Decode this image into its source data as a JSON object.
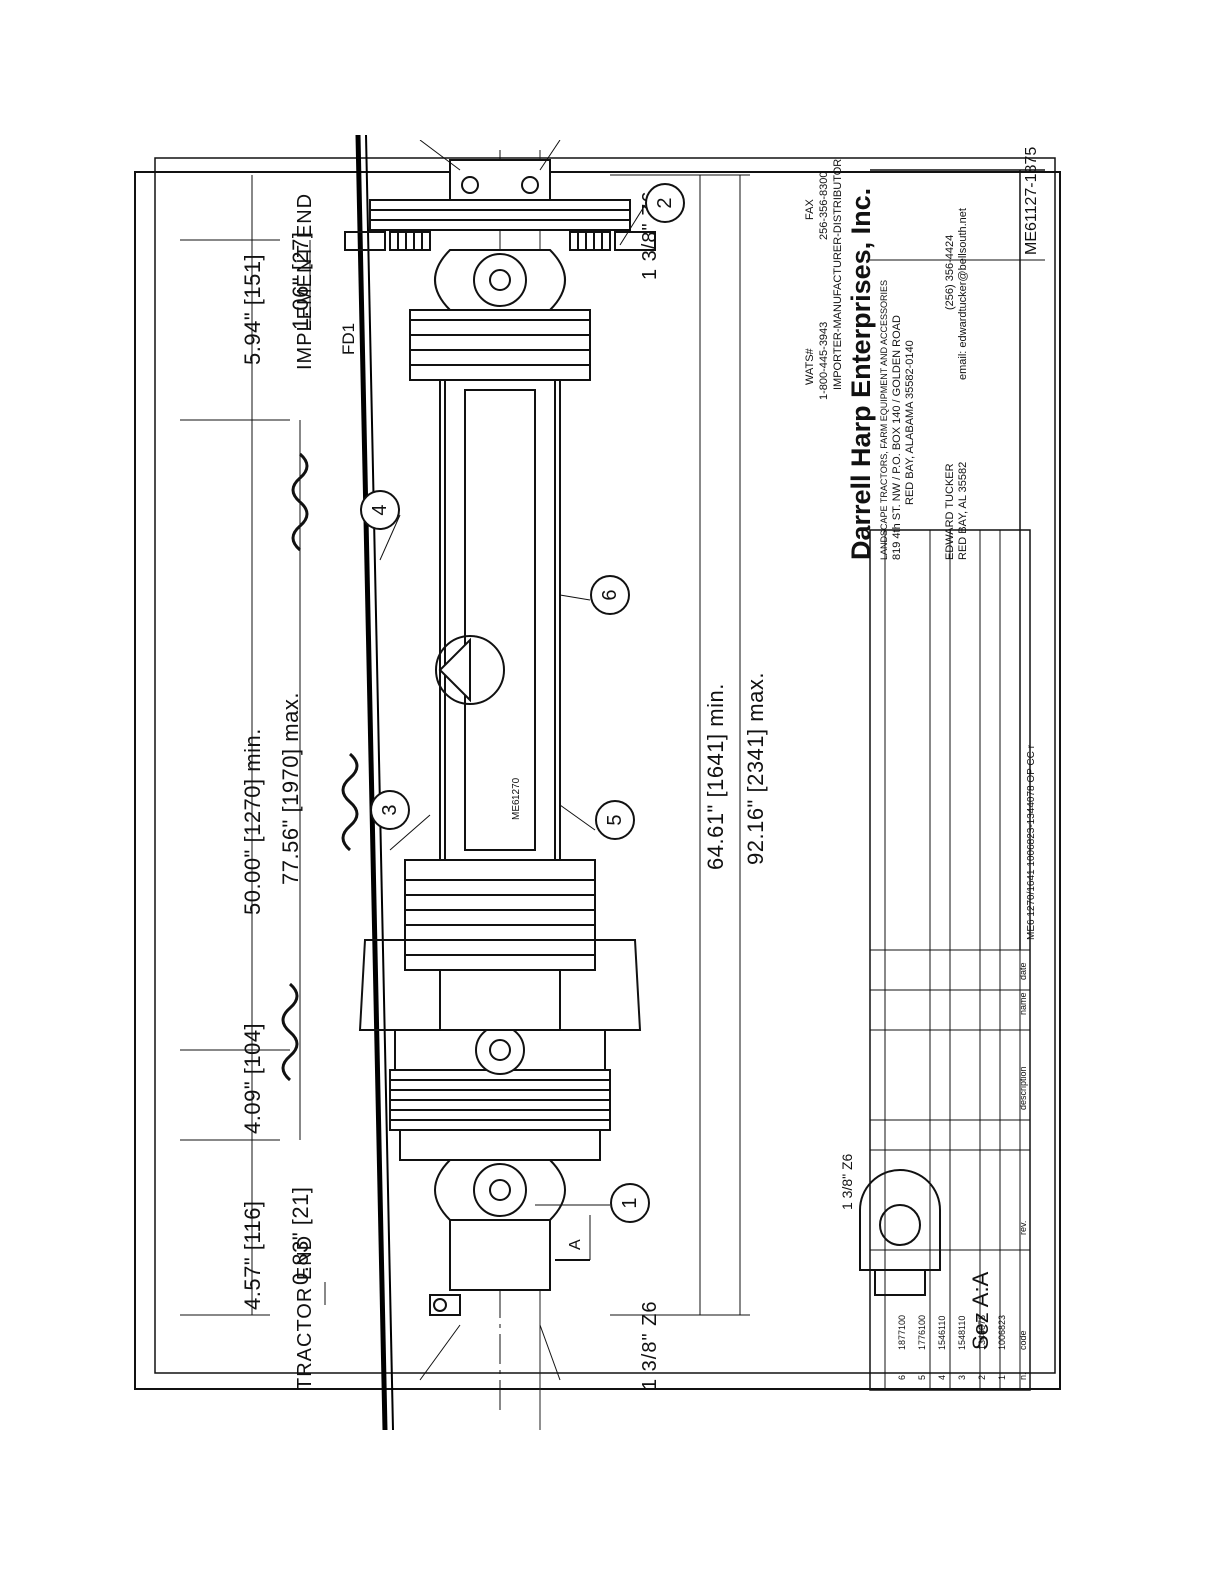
{
  "dimensions": {
    "d1": "4.57\" [116]",
    "d2": "4.09\" [104]",
    "d3": "50.00\" [1270] min.",
    "d4": "77.56\" [1970] max.",
    "d5": "5.94\" [151]",
    "d6": "0.83\" [21]",
    "d7": "1.06\" [27]",
    "d8": "64.61\" [1641] min.",
    "d9": "92.16\" [2341] max."
  },
  "ends": {
    "tractor": "TRACTOR END",
    "implement": "IMPLEMENT END",
    "spline_left": "1 3/8\" Z6",
    "spline_right": "1 3/8\" Z6"
  },
  "markers": {
    "fd1": "FD1",
    "section_a": "A",
    "section_title": "Sez A:A",
    "section_spline": "1 3/8\" Z6",
    "tube_label_1": "ME6",
    "tube_label_2": "1270"
  },
  "balloons": [
    "1",
    "2",
    "3",
    "4",
    "5",
    "6"
  ],
  "company": {
    "wats_label": "WATS#",
    "wats": "1-800-445-3943",
    "fax_label": "FAX",
    "fax": "256-356-8300",
    "role": "IMPORTER-MANUFACTURER-DISTRIBUTOR",
    "name": "Darrell Harp Enterprises, Inc.",
    "tagline": "LANDSCAPE TRACTORS, FARM EQUIPMENT AND ACCESSORIES",
    "address1": "819 4th ST. NW / P.O. BOX 140 / GOLDEN ROAD",
    "address2": "RED BAY, ALABAMA 35582-0140",
    "contact_name": "EDWARD TUCKER",
    "contact_city": "RED BAY, AL 35582",
    "contact_phone": "(256) 356-4424",
    "contact_email": "email: edwardtucker@bellsouth.net"
  },
  "parts_table": {
    "headers": [
      "n.",
      "code",
      "rev.",
      "description"
    ],
    "rows": [
      [
        "6",
        "1877100"
      ],
      [
        "5",
        "1776100"
      ],
      [
        "4",
        "1546110"
      ],
      [
        "3",
        "1548110"
      ],
      [
        "2",
        "1344078"
      ],
      [
        "1",
        "1006823"
      ]
    ],
    "mini_headers": [
      "name",
      "date"
    ]
  },
  "title_block": {
    "drawing_number": "ME61127-1875",
    "part_string": "ME6 1270/1641 1006823-1344078 OP CC r"
  }
}
